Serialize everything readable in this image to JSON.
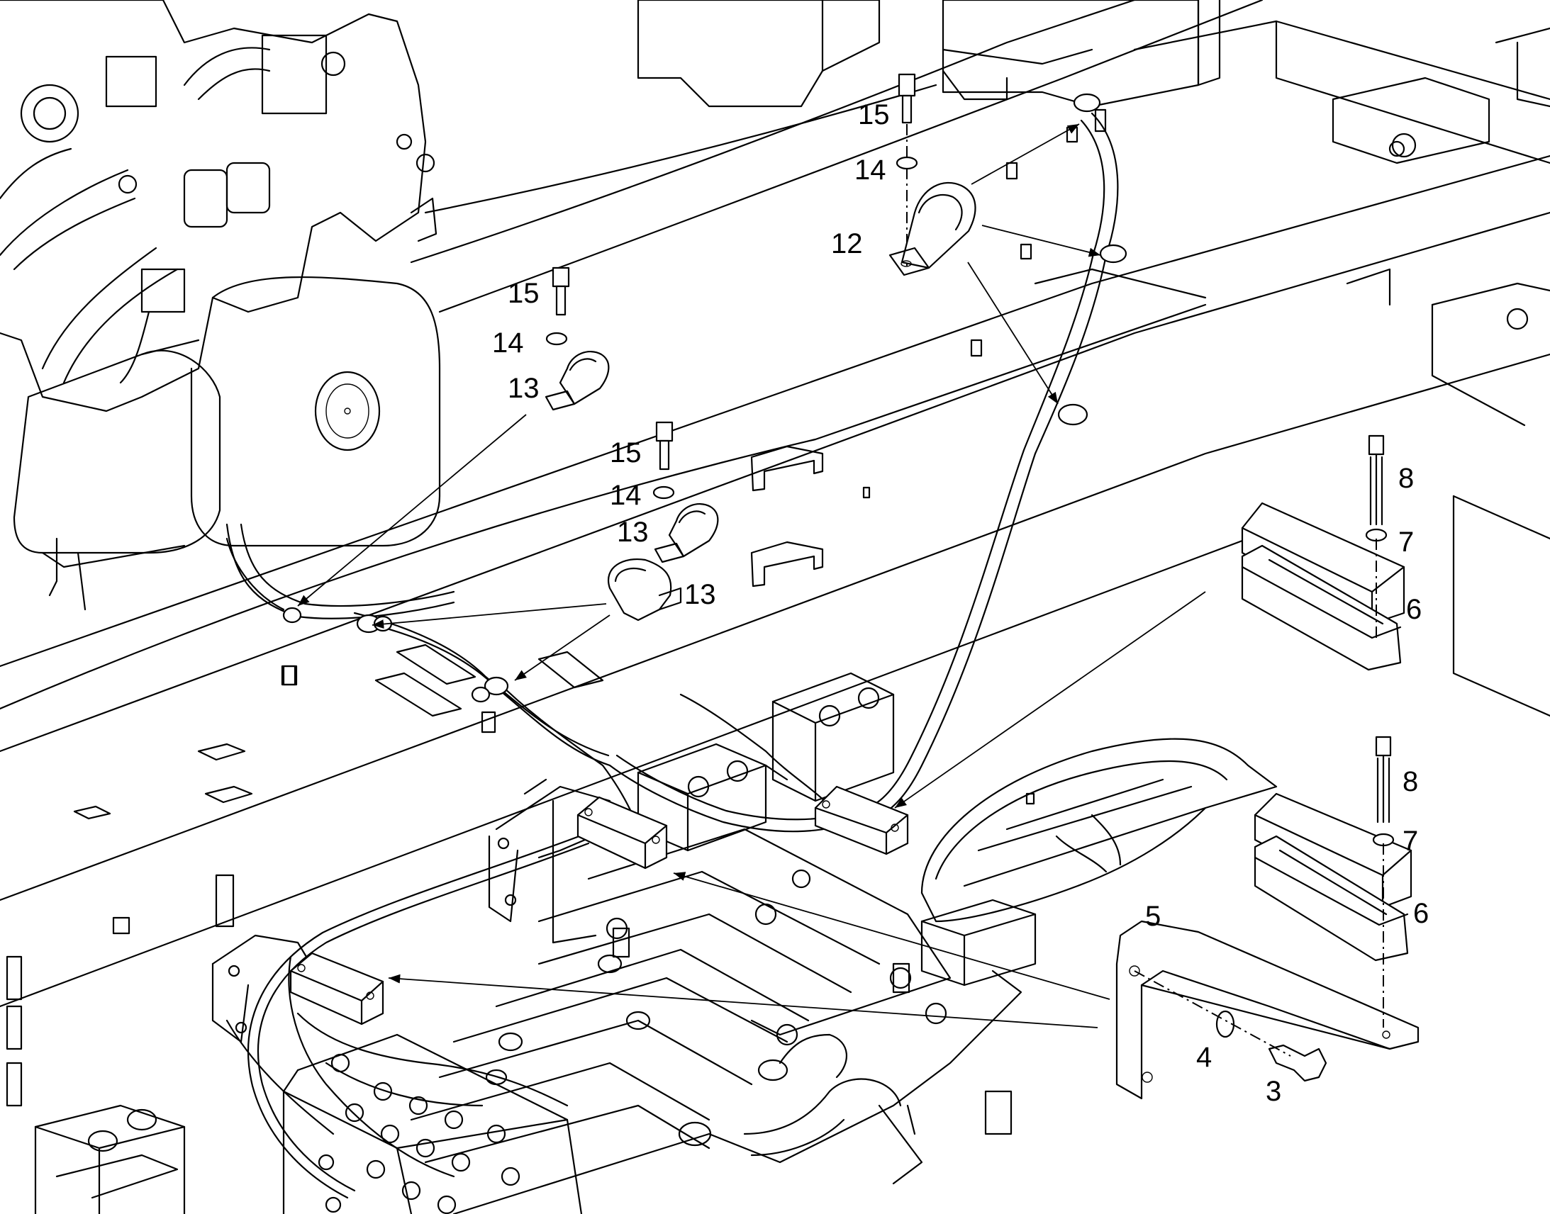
{
  "callouts": [
    "15",
    "14",
    "12",
    "15",
    "14",
    "13",
    "15",
    "14",
    "13",
    "13",
    "8",
    "7",
    "6",
    "8",
    "7",
    "6",
    "5",
    "4",
    "3"
  ]
}
